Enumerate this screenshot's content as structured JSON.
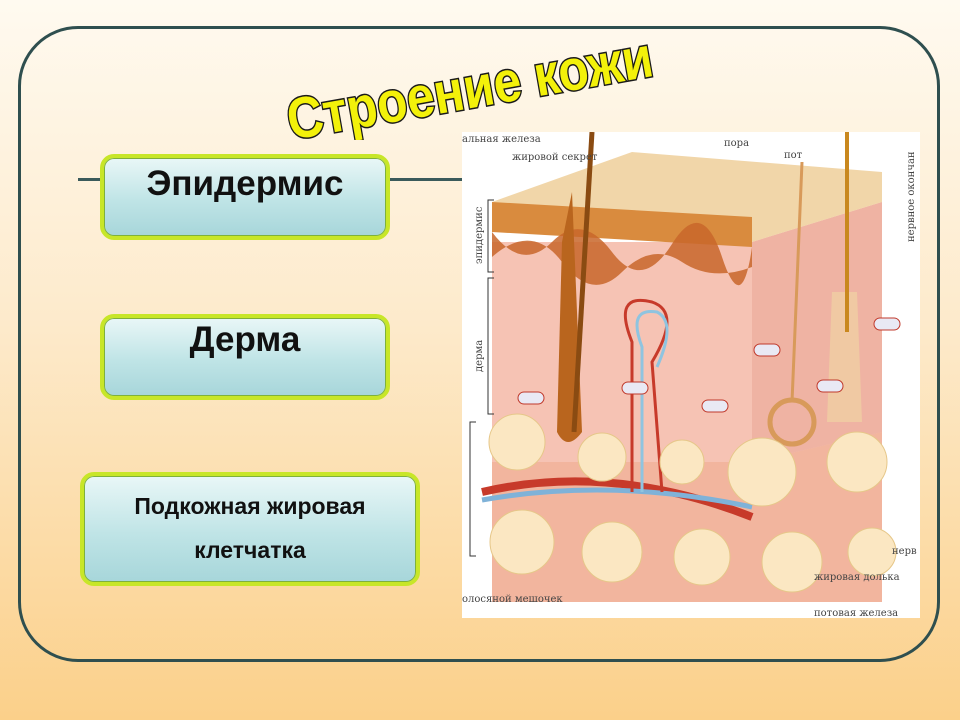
{
  "title": "Строение кожи",
  "layers": [
    {
      "label": "Эпидермис"
    },
    {
      "label": "Дерма"
    },
    {
      "label_line1": "Подкожная жировая",
      "label_line2": "клетчатка"
    }
  ],
  "diagram": {
    "top_labels": [
      "альная железа",
      "жировой секрет",
      "пора",
      "пот",
      "нервное окончан"
    ],
    "side_labels": [
      "эпидермис",
      "дерма"
    ],
    "bottom_labels": [
      "олосяной мешочек",
      "потовая железа",
      "жировая долька",
      "нерв"
    ]
  },
  "colors": {
    "title_fill": "#f3f10a",
    "title_stroke": "#1a1a1a",
    "box_border": "#c8e628",
    "frame": "#2f4f4f"
  }
}
